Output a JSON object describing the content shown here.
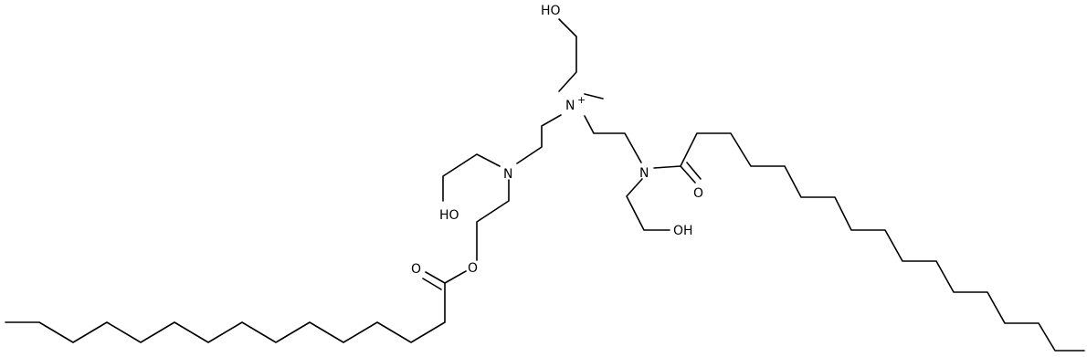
{
  "atoms": {
    "n_plus": "N",
    "n_plus_charge": "+",
    "n_amine": "N",
    "n_amide": "N",
    "oh_top": "HO",
    "oh_left": "HO",
    "oh_right": "OH",
    "o_ester": "O",
    "o_ester_carbonyl": "O",
    "o_amide_carbonyl": "O"
  }
}
